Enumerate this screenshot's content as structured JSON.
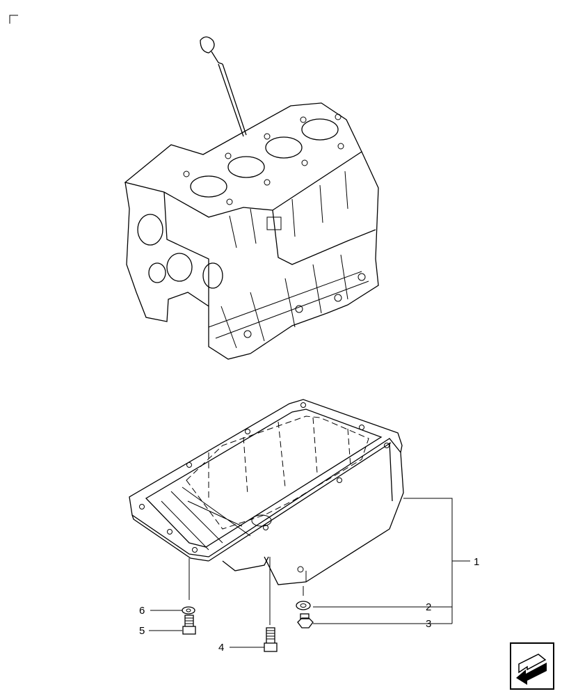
{
  "callouts": [
    {
      "number": "1",
      "part": "oil-pan"
    },
    {
      "number": "2",
      "part": "drain-plug-washer"
    },
    {
      "number": "3",
      "part": "drain-plug"
    },
    {
      "number": "4",
      "part": "pan-bolt"
    },
    {
      "number": "5",
      "part": "flange-bolt"
    },
    {
      "number": "6",
      "part": "bolt-washer"
    }
  ],
  "icons": {
    "corner": "corner-mark-icon",
    "navigation": "arrow-navigation-icon"
  },
  "colors": {
    "ink": "#000000",
    "background": "#ffffff"
  }
}
